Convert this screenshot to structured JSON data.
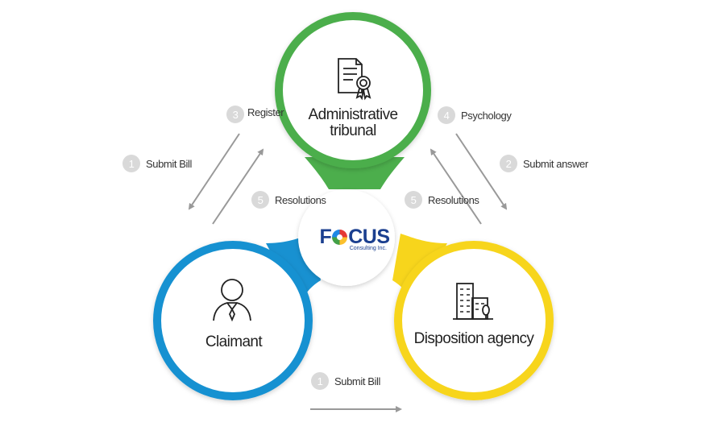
{
  "nodes": {
    "tribunal": {
      "line1": "Administrative",
      "line2": "tribunal",
      "color": "#4cae4c"
    },
    "claimant": {
      "label": "Claimant",
      "color": "#1891d1"
    },
    "agency": {
      "label": "Disposition agency",
      "color": "#f7d51c"
    }
  },
  "logo": {
    "letters_pre": "F",
    "letters_post": "CUS",
    "subtitle": "Consulting Inc.",
    "color": "#1b3f8f"
  },
  "steps": {
    "register": {
      "num": "3",
      "text": "Register"
    },
    "submit_bill_left": {
      "num": "1",
      "text": "Submit Bill"
    },
    "resolutions_left": {
      "num": "5",
      "text": "Resolutions"
    },
    "psychology": {
      "num": "4",
      "text": "Psychology"
    },
    "submit_answer": {
      "num": "2",
      "text": "Submit answer"
    },
    "resolutions_right": {
      "num": "5",
      "text": "Resolutions"
    },
    "submit_bill_bottom": {
      "num": "1",
      "text": "Submit Bill"
    }
  }
}
